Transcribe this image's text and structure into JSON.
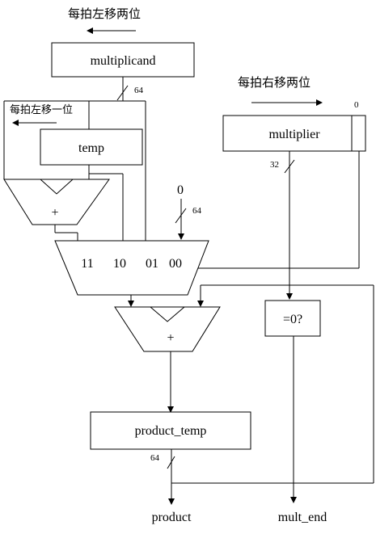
{
  "annotations": {
    "shift_left_two": "每拍左移两位",
    "shift_left_one": "每拍左移一位",
    "shift_right_two": "每拍右移两位"
  },
  "blocks": {
    "multiplicand": "multiplicand",
    "multiplier": "multiplier",
    "temp": "temp",
    "product_temp": "product_temp",
    "zero_check": "=0?"
  },
  "mux": {
    "inputs": [
      "11",
      "10",
      "01",
      "00"
    ],
    "const_input": "0"
  },
  "adders": {
    "small_sign": "+",
    "main_sign": "+"
  },
  "bus_widths": {
    "multiplicand_out": "64",
    "mux_const_in": "64",
    "multiplier_out": "32",
    "product_out": "64",
    "multiplier_bit0": "0"
  },
  "outputs": {
    "product": "product",
    "mult_end": "mult_end"
  }
}
